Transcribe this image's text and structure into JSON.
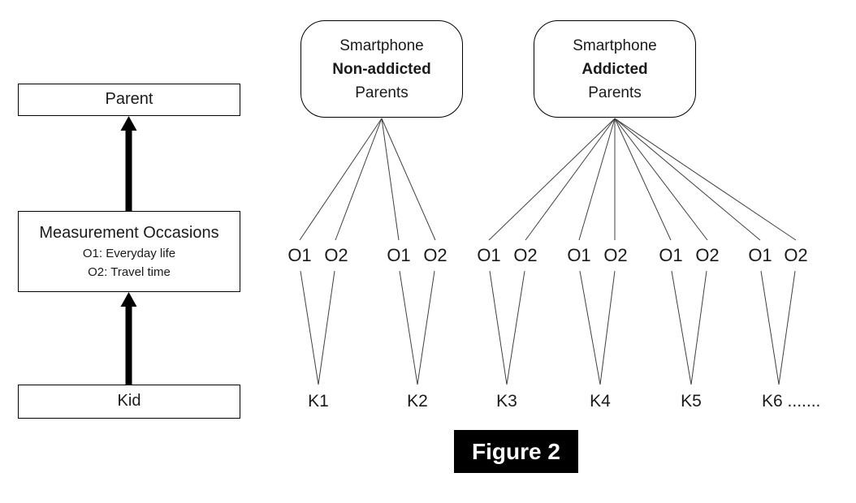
{
  "figure": {
    "caption": "Figure 2"
  },
  "left_panel": {
    "parent_label": "Parent",
    "measurement_title": "Measurement Occasions",
    "measurement_o1": "O1: Everyday life",
    "measurement_o2": "O2: Travel time",
    "kid_label": "Kid"
  },
  "groups": {
    "non_addicted": {
      "line1": "Smartphone",
      "line2": "Non-addicted",
      "line3": "Parents"
    },
    "addicted": {
      "line1": "Smartphone",
      "line2": "Addicted",
      "line3": "Parents"
    }
  },
  "occasion_labels": [
    "O1",
    "O2",
    "O1",
    "O2",
    "O1",
    "O2",
    "O1",
    "O2",
    "O1",
    "O2",
    "O1",
    "O2"
  ],
  "kid_labels": [
    "K1",
    "K2",
    "K3",
    "K4",
    "K5",
    "K6 ......."
  ],
  "colors": {
    "line": "#404040",
    "border": "#000000",
    "caption_bg": "#000000",
    "caption_fg": "#ffffff"
  }
}
